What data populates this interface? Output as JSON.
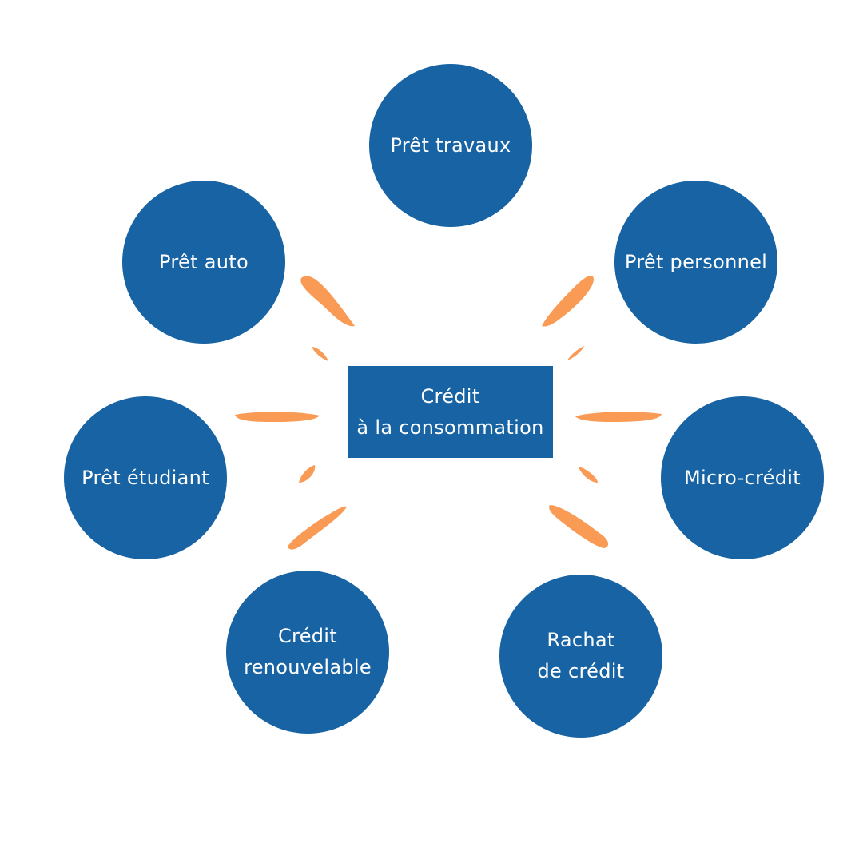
{
  "center": {
    "line1": "Crédit",
    "line2": "à la consommation"
  },
  "nodes": {
    "travaux": {
      "line1": "Prêt travaux"
    },
    "auto": {
      "line1": "Prêt auto"
    },
    "personnel": {
      "line1": "Prêt personnel"
    },
    "etudiant": {
      "line1": "Prêt étudiant"
    },
    "micro": {
      "line1": "Micro-crédit"
    },
    "renouvelable": {
      "line1": "Crédit",
      "line2": "renouvelable"
    },
    "rachat": {
      "line1": "Rachat",
      "line2": "de crédit"
    }
  },
  "colors": {
    "node_fill": "#1763a3",
    "text": "#ffffff",
    "accent_strokes": "#f99a55",
    "background": "#ffffff"
  }
}
